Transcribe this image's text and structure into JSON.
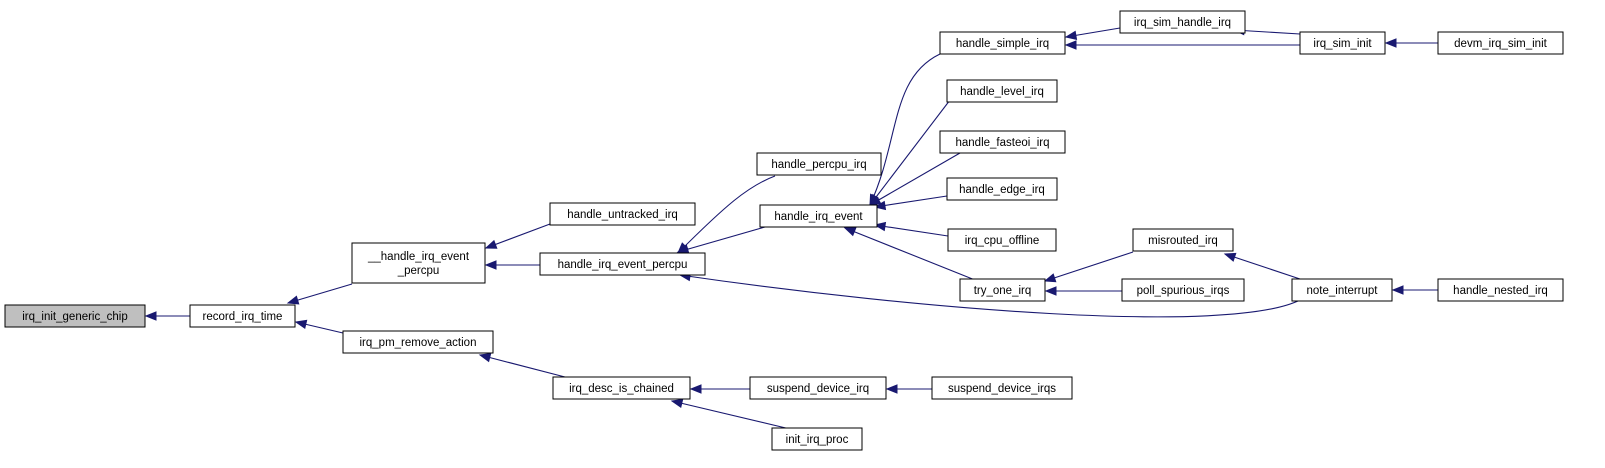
{
  "nodes": [
    {
      "id": "irq_init_generic_chip",
      "lines": [
        "irq_init_generic_chip"
      ],
      "highlight": true
    },
    {
      "id": "record_irq_time",
      "lines": [
        "record_irq_time"
      ]
    },
    {
      "id": "handle_irq_event_percpu_int",
      "lines": [
        "__handle_irq_event",
        "_percpu"
      ]
    },
    {
      "id": "irq_pm_remove_action",
      "lines": [
        "irq_pm_remove_action"
      ]
    },
    {
      "id": "handle_untracked_irq",
      "lines": [
        "handle_untracked_irq"
      ]
    },
    {
      "id": "handle_irq_event_percpu",
      "lines": [
        "handle_irq_event_percpu"
      ]
    },
    {
      "id": "irq_desc_is_chained",
      "lines": [
        "irq_desc_is_chained"
      ]
    },
    {
      "id": "handle_percpu_irq",
      "lines": [
        "handle_percpu_irq"
      ]
    },
    {
      "id": "handle_irq_event",
      "lines": [
        "handle_irq_event"
      ]
    },
    {
      "id": "suspend_device_irq",
      "lines": [
        "suspend_device_irq"
      ]
    },
    {
      "id": "init_irq_proc",
      "lines": [
        "init_irq_proc"
      ]
    },
    {
      "id": "handle_simple_irq",
      "lines": [
        "handle_simple_irq"
      ]
    },
    {
      "id": "handle_level_irq",
      "lines": [
        "handle_level_irq"
      ]
    },
    {
      "id": "handle_fasteoi_irq",
      "lines": [
        "handle_fasteoi_irq"
      ]
    },
    {
      "id": "handle_edge_irq",
      "lines": [
        "handle_edge_irq"
      ]
    },
    {
      "id": "irq_cpu_offline",
      "lines": [
        "irq_cpu_offline"
      ]
    },
    {
      "id": "try_one_irq",
      "lines": [
        "try_one_irq"
      ]
    },
    {
      "id": "suspend_device_irqs",
      "lines": [
        "suspend_device_irqs"
      ]
    },
    {
      "id": "irq_sim_handle_irq",
      "lines": [
        "irq_sim_handle_irq"
      ]
    },
    {
      "id": "misrouted_irq",
      "lines": [
        "misrouted_irq"
      ]
    },
    {
      "id": "poll_spurious_irqs",
      "lines": [
        "poll_spurious_irqs"
      ]
    },
    {
      "id": "irq_sim_init",
      "lines": [
        "irq_sim_init"
      ]
    },
    {
      "id": "note_interrupt",
      "lines": [
        "note_interrupt"
      ]
    },
    {
      "id": "devm_irq_sim_init",
      "lines": [
        "devm_irq_sim_init"
      ]
    },
    {
      "id": "handle_nested_irq",
      "lines": [
        "handle_nested_irq"
      ]
    }
  ],
  "edges": [
    {
      "from": "record_irq_time",
      "to": "irq_init_generic_chip"
    },
    {
      "from": "handle_irq_event_percpu_int",
      "to": "record_irq_time"
    },
    {
      "from": "irq_pm_remove_action",
      "to": "record_irq_time"
    },
    {
      "from": "handle_untracked_irq",
      "to": "handle_irq_event_percpu_int"
    },
    {
      "from": "handle_irq_event_percpu",
      "to": "handle_irq_event_percpu_int"
    },
    {
      "from": "irq_desc_is_chained",
      "to": "irq_pm_remove_action"
    },
    {
      "from": "handle_percpu_irq",
      "to": "handle_irq_event_percpu"
    },
    {
      "from": "handle_irq_event",
      "to": "handle_irq_event_percpu"
    },
    {
      "from": "note_interrupt",
      "to": "handle_irq_event_percpu"
    },
    {
      "from": "suspend_device_irq",
      "to": "irq_desc_is_chained"
    },
    {
      "from": "init_irq_proc",
      "to": "irq_desc_is_chained"
    },
    {
      "from": "handle_simple_irq",
      "to": "handle_irq_event"
    },
    {
      "from": "handle_level_irq",
      "to": "handle_irq_event"
    },
    {
      "from": "handle_fasteoi_irq",
      "to": "handle_irq_event"
    },
    {
      "from": "handle_edge_irq",
      "to": "handle_irq_event"
    },
    {
      "from": "irq_cpu_offline",
      "to": "handle_irq_event"
    },
    {
      "from": "try_one_irq",
      "to": "handle_irq_event"
    },
    {
      "from": "suspend_device_irqs",
      "to": "suspend_device_irq"
    },
    {
      "from": "irq_sim_handle_irq",
      "to": "handle_simple_irq"
    },
    {
      "from": "irq_sim_init",
      "to": "handle_simple_irq"
    },
    {
      "from": "misrouted_irq",
      "to": "try_one_irq"
    },
    {
      "from": "poll_spurious_irqs",
      "to": "try_one_irq"
    },
    {
      "from": "irq_sim_init",
      "to": "irq_sim_handle_irq"
    },
    {
      "from": "note_interrupt",
      "to": "misrouted_irq"
    },
    {
      "from": "devm_irq_sim_init",
      "to": "irq_sim_init"
    },
    {
      "from": "handle_nested_irq",
      "to": "note_interrupt"
    }
  ]
}
